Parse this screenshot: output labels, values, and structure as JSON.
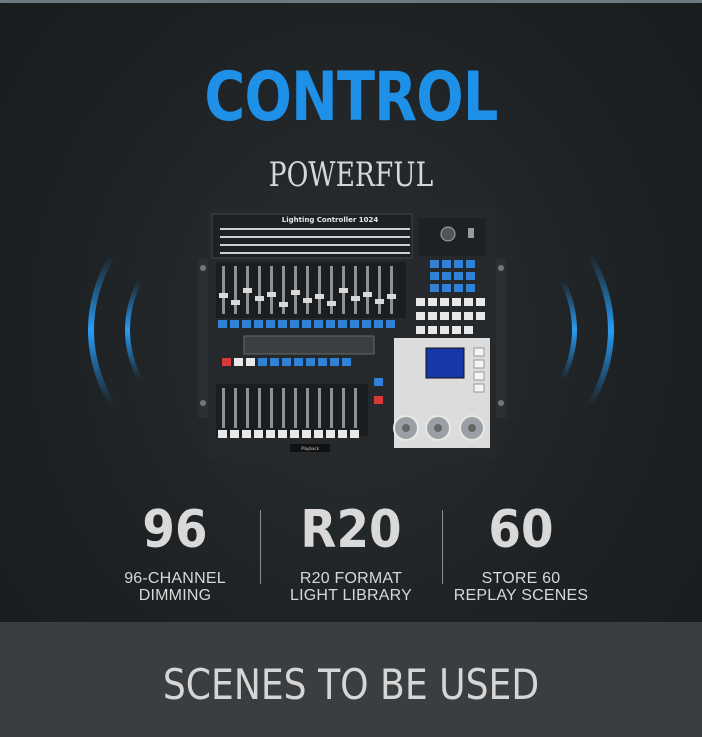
{
  "header": {
    "title": "CONTROL",
    "subtitle": "POWERFUL"
  },
  "device": {
    "panel_label": "Lighting Controller 1024",
    "fader_tag": "Playback"
  },
  "stats": [
    {
      "value": "96",
      "line1": "96-CHANNEL",
      "line2": "DIMMING"
    },
    {
      "value": "R20",
      "line1": "R20 FORMAT",
      "line2": "LIGHT LIBRARY"
    },
    {
      "value": "60",
      "line1": "STORE 60",
      "line2": "REPLAY SCENES"
    }
  ],
  "footer": {
    "title": "SCENES TO BE USED"
  },
  "colors": {
    "accent": "#1e90e8",
    "text": "#d8d8d8",
    "background": "#1e2224",
    "footer_band": "#3a3e40"
  }
}
